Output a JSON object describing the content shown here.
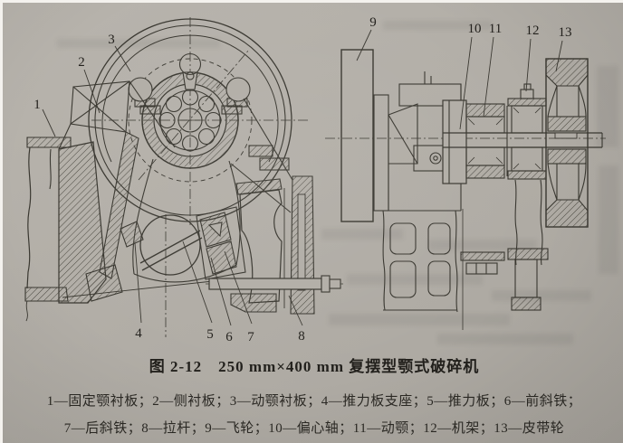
{
  "page": {
    "background_color": "#b2aea7",
    "ink_color": "#3a3831"
  },
  "figure": {
    "caption": "图 2-12　250 mm×400 mm 复摆型颚式破碎机",
    "callouts": [
      "1",
      "2",
      "3",
      "4",
      "5",
      "6",
      "7",
      "8",
      "9",
      "10",
      "11",
      "12",
      "13"
    ],
    "legend": {
      "line1": "1—固定颚衬板；2—侧衬板；3—动颚衬板；4—推力板支座；5—推力板；6—前斜铁；",
      "line2": "7—后斜铁；8—拉杆；9—飞轮；10—偏心轴；11—动颚；12—机架；13—皮带轮"
    },
    "parts": [
      {
        "num": "1",
        "name": "固定颚衬板"
      },
      {
        "num": "2",
        "name": "侧衬板"
      },
      {
        "num": "3",
        "name": "动颚衬板"
      },
      {
        "num": "4",
        "name": "推力板支座"
      },
      {
        "num": "5",
        "name": "推力板"
      },
      {
        "num": "6",
        "name": "前斜铁"
      },
      {
        "num": "7",
        "name": "后斜铁"
      },
      {
        "num": "8",
        "name": "拉杆"
      },
      {
        "num": "9",
        "name": "飞轮"
      },
      {
        "num": "10",
        "name": "偏心轴"
      },
      {
        "num": "11",
        "name": "动颚"
      },
      {
        "num": "12",
        "name": "机架"
      },
      {
        "num": "13",
        "name": "皮带轮"
      }
    ]
  }
}
